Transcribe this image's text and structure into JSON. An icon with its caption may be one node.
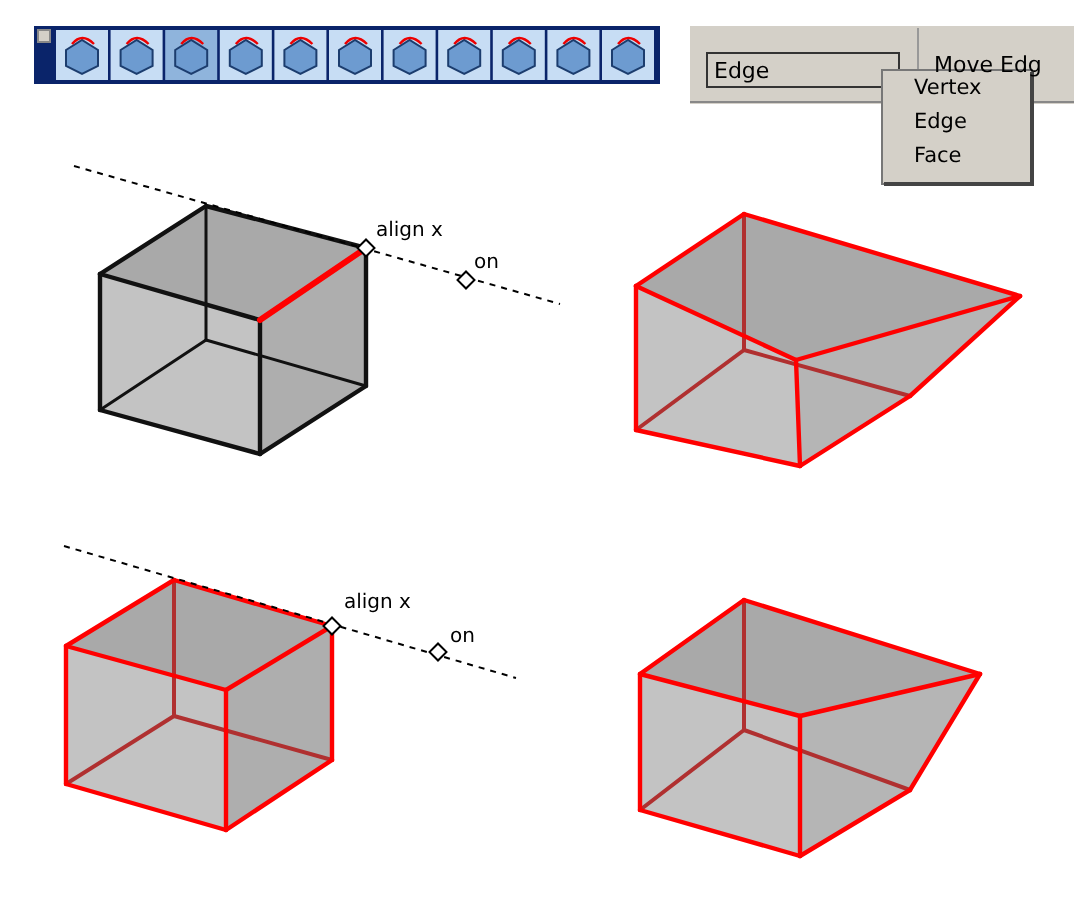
{
  "diagram": {
    "labels": [
      "Edge",
      "Move Edg",
      "Vertex",
      "Edge",
      "Face",
      "align x",
      "on",
      "align x",
      "on"
    ]
  }
}
